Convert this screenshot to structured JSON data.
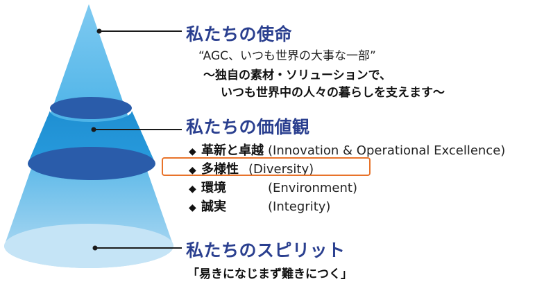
{
  "mission": {
    "heading": "私たちの使命",
    "quote": "“AGC、いつも世界の大事な一部”",
    "line1": "〜独自の素材・ソリューションで、",
    "line2": "いつも世界中の人々の暮らしを支えます〜"
  },
  "values": {
    "heading": "私たちの価値観",
    "items": [
      {
        "bullet": "◆",
        "jp": "革新と卓越",
        "en": "(Innovation & Operational Excellence)"
      },
      {
        "bullet": "◆",
        "jp": "多様性",
        "en": "(Diversity)"
      },
      {
        "bullet": "◆",
        "jp": "環境",
        "en": "(Environment)"
      },
      {
        "bullet": "◆",
        "jp": "誠実",
        "en": "(Integrity)"
      }
    ],
    "highlighted_index": 1
  },
  "spirit": {
    "heading": "私たちのスピリット",
    "slogan": "「易きになじまず難きにつく」"
  },
  "colors": {
    "heading": "#2a3f8f",
    "cone_top": "#cfe8f7",
    "cone_mid": "#5ab8e8",
    "ring": "#2a5caa",
    "highlight": "#e8732a"
  }
}
